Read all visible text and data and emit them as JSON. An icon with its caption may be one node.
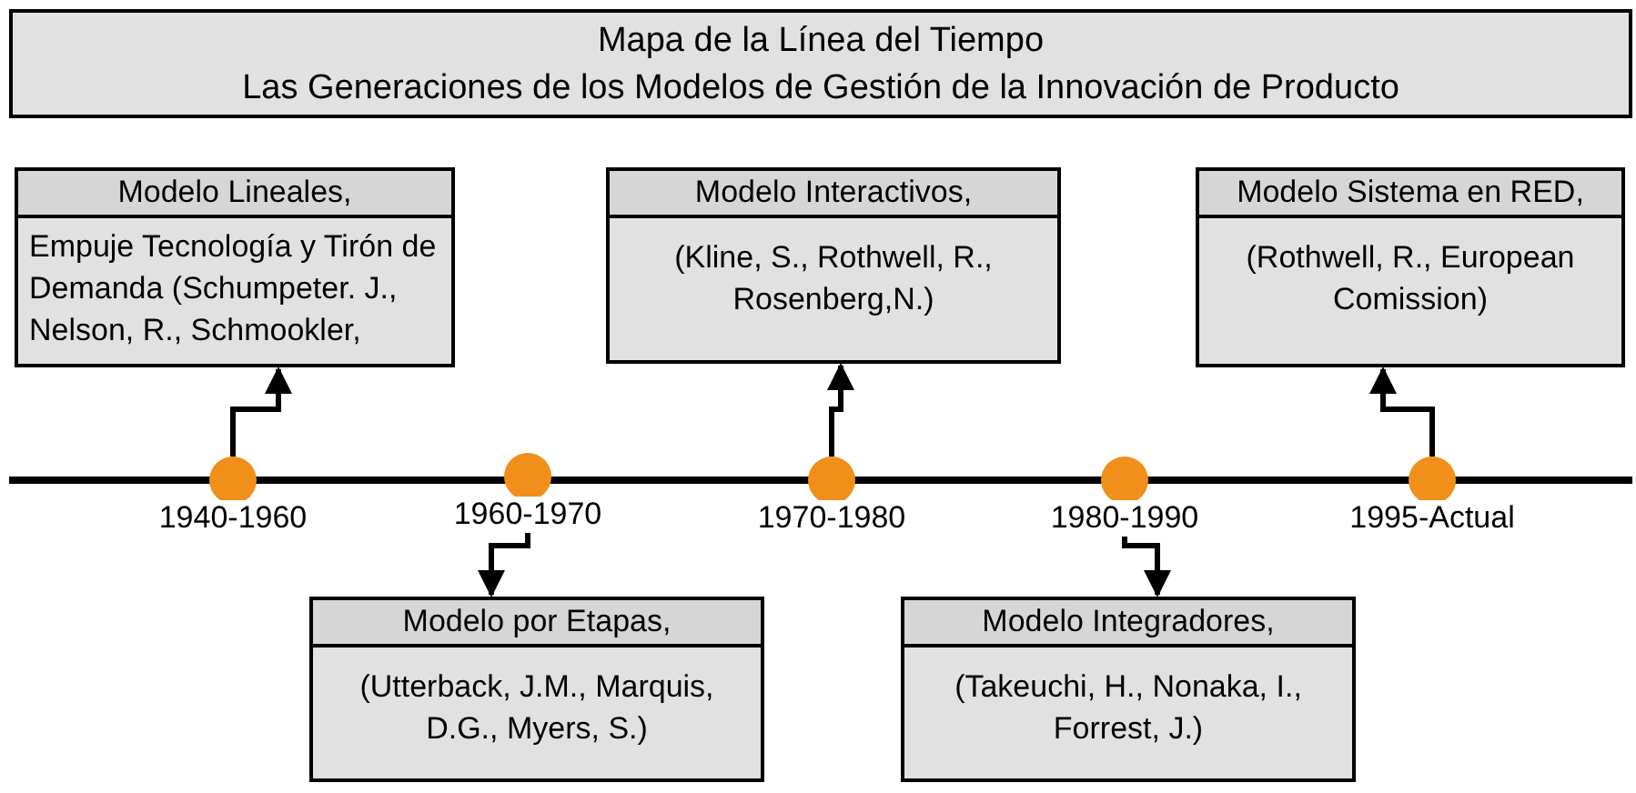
{
  "diagram": {
    "nodes": [
      {
        "text": [
          "Mapa de la Línea del Tiempo",
          "Las Generaciones de los Modelos de Gestión de la Innovación de Producto"
        ]
      },
      {
        "text": [
          "Modelo Lineales,",
          "Empuje Tecnología y Tirón de Demanda (Schumpeter. J., Nelson, R., Schmookler,"
        ]
      },
      {
        "text": [
          "Modelo Interactivos,",
          "(Kline, S., Rothwell, R., Rosenberg,N.)"
        ]
      },
      {
        "text": [
          "Modelo Sistema en RED,",
          "(Rothwell, R., European Comission)"
        ]
      },
      {
        "text": [],
        "shape": "circle",
        "beside": [
          "1940-1960"
        ]
      },
      {
        "text": [],
        "shape": "circle",
        "beside": [
          "1960-1970"
        ]
      },
      {
        "text": [],
        "shape": "circle",
        "beside": [
          "1970-1980"
        ]
      },
      {
        "text": [],
        "shape": "circle",
        "beside": [
          "1980-1990"
        ]
      },
      {
        "text": [],
        "shape": "circle",
        "beside": [
          "1995-Actual"
        ]
      },
      {
        "text": [
          "Modelo por Etapas,",
          "(Utterback, J.M., Marquis, D.G., Myers, S.)"
        ]
      },
      {
        "text": [
          "Modelo Integradores,",
          "(Takeuchi, H., Nonaka, I., Forrest, J.)"
        ]
      }
    ],
    "edges": [
      {
        "from": 4,
        "to": 1,
        "arrow": "to"
      },
      {
        "from": 5,
        "to": 9,
        "arrow": "to"
      },
      {
        "from": 6,
        "to": 2,
        "arrow": "to"
      },
      {
        "from": 7,
        "to": 10,
        "arrow": "to"
      },
      {
        "from": 8,
        "to": 3,
        "arrow": "to"
      }
    ]
  }
}
